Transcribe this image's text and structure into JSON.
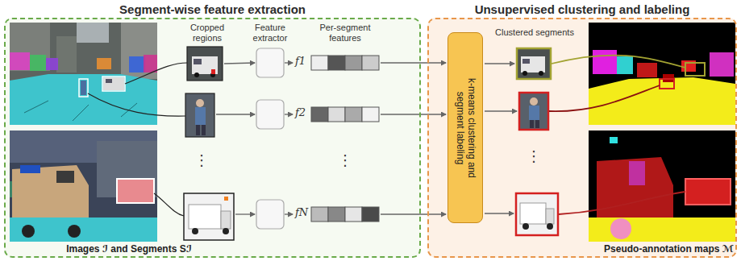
{
  "diagram": {
    "nodes": [
      {
        "text": [
          "Segment-wise feature extraction"
        ]
      },
      {
        "text": [
          "Unsupervised clustering and labeling"
        ]
      },
      {
        "text": [
          "k-means clustering and segment labeling"
        ],
        "in": 1
      }
    ],
    "labels": [
      "Cropped regions",
      "Feature extractor",
      "Per-segment features",
      "f1",
      "f2",
      "fN",
      "⋮",
      "⋮",
      "⋮",
      "Images ℐ and Segments Sℐ",
      "Clustered segments",
      "Pseudo-annotation maps ℳ"
    ]
  }
}
